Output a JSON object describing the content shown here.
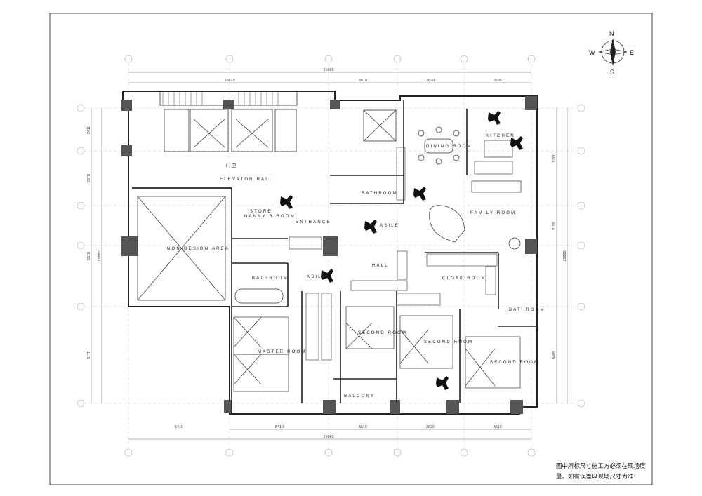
{
  "compass": {
    "n": "N",
    "s": "S",
    "e": "E",
    "w": "W"
  },
  "dimensions": {
    "top_total": "21685",
    "top": [
      "10820",
      "3610",
      "3620",
      "3635"
    ],
    "bottom_total": "21660",
    "bottom": [
      "5410",
      "5410",
      "3610",
      "3620",
      "3610"
    ],
    "left": [
      "2410",
      "2870",
      "5510",
      "15880",
      "5170"
    ],
    "right": [
      "5280",
      "2195",
      "15860",
      "8485"
    ]
  },
  "rooms": {
    "elevator_hall": "ELEVATOR HALL",
    "door_hall": "门卫",
    "non_design": "NON-DESIGN AREA",
    "store": "STORE",
    "nanny_room": "NANNY'S ROOM",
    "entrance": "ENTRANCE",
    "asile_1": "ASILE",
    "asile_2": "ASILE",
    "bathroom_1": "BATHROOM",
    "bathroom_2": "BATHROOM",
    "bathroom_3": "BATHROOM",
    "hall": "HALL",
    "dining_room": "DINING ROOM",
    "kitchen": "KITCHEN",
    "family_room": "FAMILY ROOM",
    "cloak_room": "CLOAK ROOM",
    "master_room": "MASTER ROOM",
    "second_room_1": "SECOND ROOM",
    "second_room_2": "SECOND ROOM",
    "second_room_3": "SECOND ROOM",
    "balcony": "BALCONY"
  },
  "note": {
    "line1": "图中所标尺寸施工方必须在现场度",
    "line2": "量。如有误差以现场尺寸为准!"
  }
}
